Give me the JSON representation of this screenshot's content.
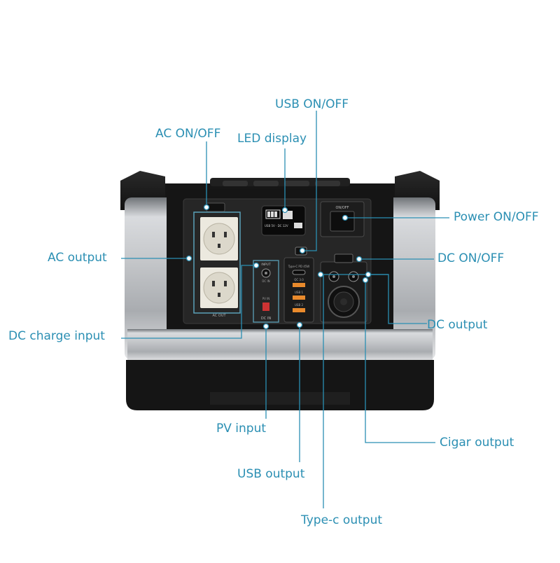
{
  "labels": {
    "usb_onoff": "USB ON/OFF",
    "ac_onoff": "AC ON/OFF",
    "led_display": "LED display",
    "power_onoff": "Power ON/OFF",
    "ac_output": "AC output",
    "dc_onoff": "DC ON/OFF",
    "dc_output": "DC output",
    "dc_charge_input": "DC charge input",
    "pv_input": "PV input",
    "usb_output": "USB output",
    "cigar_output": "Cigar output",
    "typec_output": "Type-c output"
  },
  "panel_text": {
    "on_off": "ON/OFF",
    "input": "INPUT",
    "dc_in_small": "DC IN",
    "pv_in": "PV IN",
    "dc_in": "DC IN",
    "ac_out": "AC OUT",
    "type_c": "Type-C PD 45W",
    "qc": "QC 3.0",
    "usb1": "USB 1",
    "usb2": "USB 2",
    "led_small": "USB 5V · DC 12V"
  },
  "colors": {
    "accent": "#2b8fb3",
    "body": "#1b1b1b",
    "panel": "#262626",
    "metal": "#b9bcc0",
    "socket": "#e9e6dc",
    "usb_orange": "#e98a2c"
  }
}
